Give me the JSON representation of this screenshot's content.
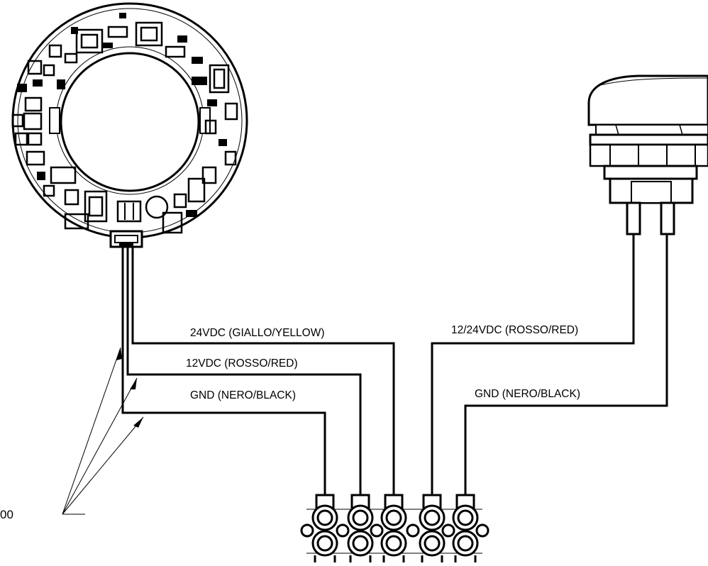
{
  "labels": {
    "wire_24vdc": "24VDC (GIALLO/YELLOW)",
    "wire_12vdc": "12VDC (ROSSO/RED)",
    "wire_gnd_left": "GND (NERO/BLACK)",
    "wire_12_24vdc": "12/24VDC (ROSSO/RED)",
    "wire_gnd_right": "GND (NERO/BLACK)",
    "part_callout": "00"
  },
  "colors": {
    "line": "#000000",
    "background": "#ffffff"
  }
}
